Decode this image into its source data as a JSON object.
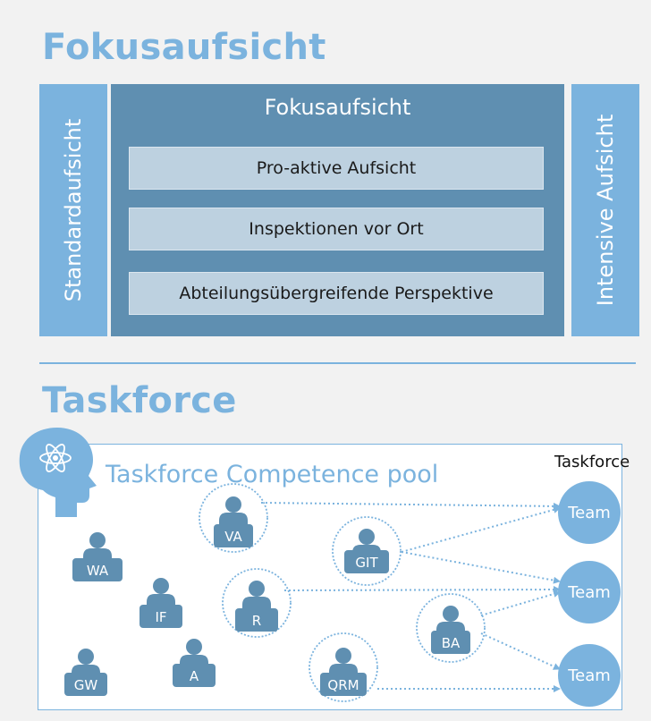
{
  "section1": {
    "heading": "Fokusaufsicht",
    "left_label": "Standardaufsicht",
    "right_label": "Intensive Aufsicht",
    "center_title": "Fokusaufsicht",
    "items": [
      "Pro-aktive Aufsicht",
      "Inspektionen vor Ort",
      "Abteilungsübergreifende Perspektive"
    ]
  },
  "section2": {
    "heading": "Taskforce",
    "pool_title": "Taskforce Competence pool",
    "taskforce_label": "Taskforce",
    "people": [
      "WA",
      "VA",
      "IF",
      "R",
      "GIT",
      "BA",
      "GW",
      "A",
      "QRM"
    ],
    "team_label": "Team"
  },
  "colors": {
    "accent": "#7bb3de",
    "dark": "#5f8fb1",
    "pill": "#bdd1e0",
    "person": "#5f8fb1"
  }
}
